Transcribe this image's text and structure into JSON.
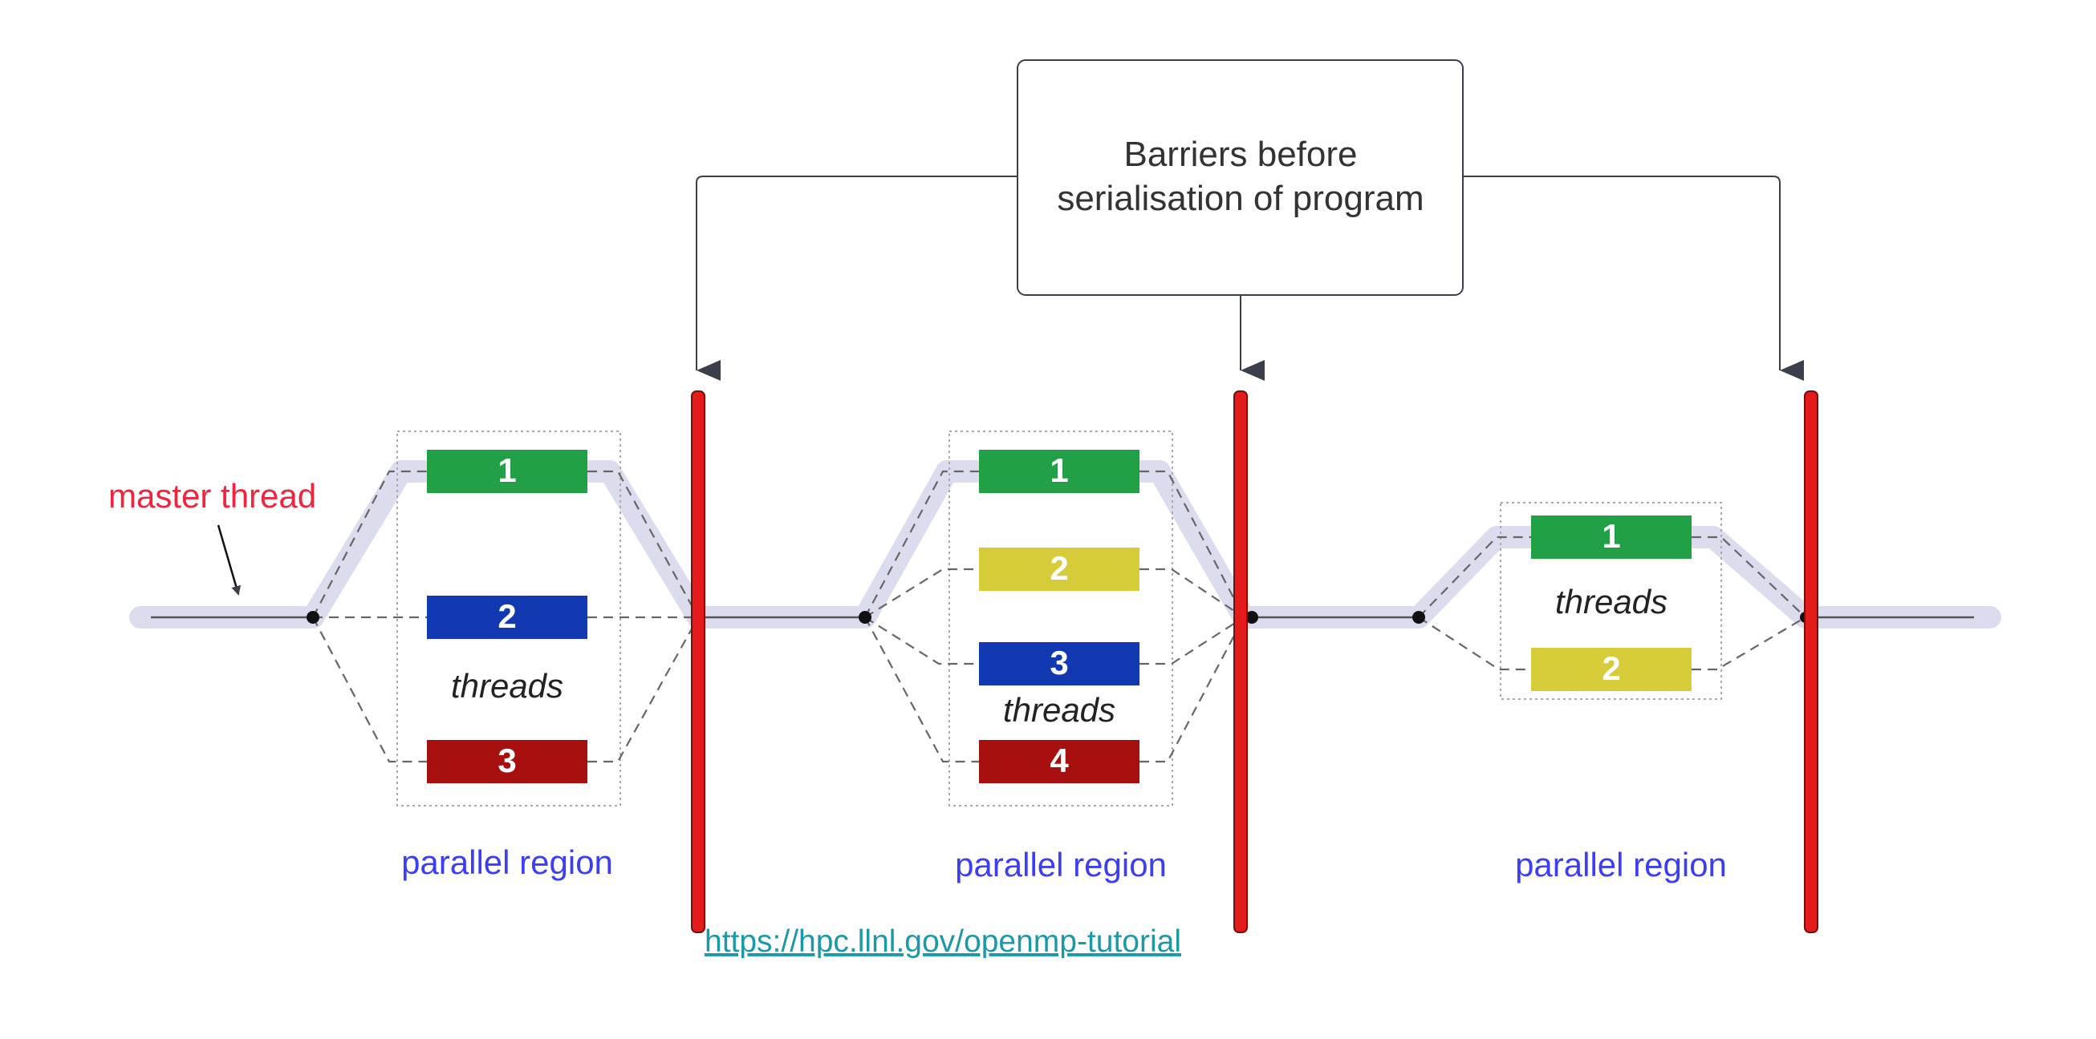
{
  "callout": {
    "line1": "Barriers before",
    "line2": "serialisation of program"
  },
  "master_label": "master thread",
  "regions": [
    {
      "label": "parallel region",
      "threads_label": "threads",
      "threads": [
        {
          "label": "1",
          "color": "#22a046"
        },
        {
          "label": "2",
          "color": "#1238b2"
        },
        {
          "label": "3",
          "color": "#a81010"
        }
      ]
    },
    {
      "label": "parallel region",
      "threads_label": "threads",
      "threads": [
        {
          "label": "1",
          "color": "#22a046"
        },
        {
          "label": "2",
          "color": "#d6cc3a"
        },
        {
          "label": "3",
          "color": "#1238b2"
        },
        {
          "label": "4",
          "color": "#a81010"
        }
      ]
    },
    {
      "label": "parallel region",
      "threads_label": "threads",
      "threads": [
        {
          "label": "1",
          "color": "#22a046"
        },
        {
          "label": "2",
          "color": "#d6cc3a"
        }
      ]
    }
  ],
  "link": "https://hpc.llnl.gov/openmp-tutorial",
  "colors": {
    "barrier": "#e31b1b",
    "master_label": "#f0243c",
    "region_label": "#3d3df5",
    "link": "#1b9aa6",
    "halo": "#dcdcef"
  }
}
